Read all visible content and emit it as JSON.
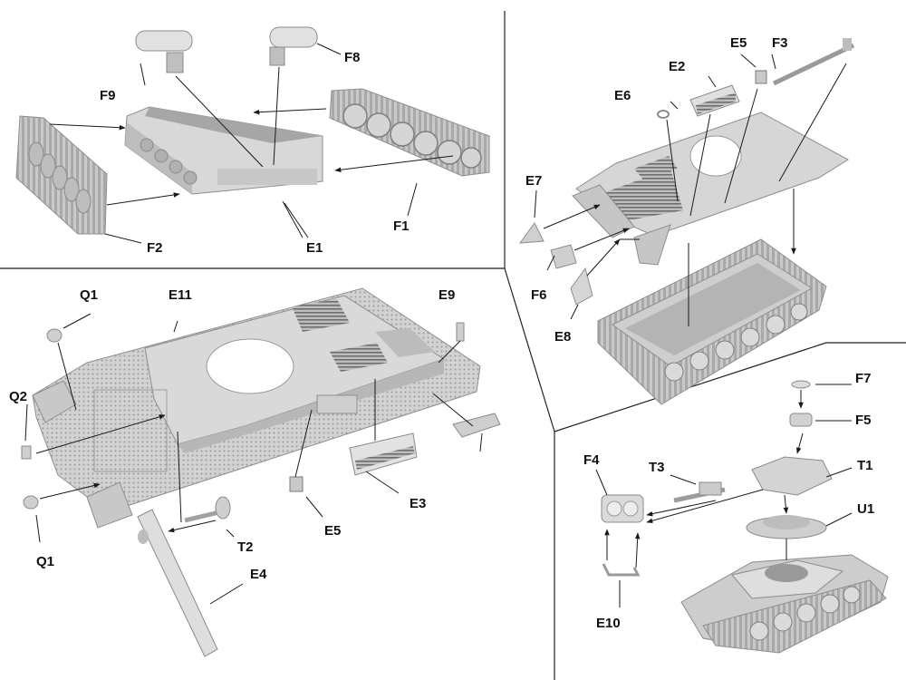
{
  "labels": {
    "F9": "F9",
    "F8": "F8",
    "F2": "F2",
    "E1": "E1",
    "F1": "F1",
    "E5_top": "E5",
    "F3": "F3",
    "E2": "E2",
    "E6": "E6",
    "E7": "E7",
    "F6": "F6",
    "E8": "E8",
    "Q1_top": "Q1",
    "E11": "E11",
    "E9": "E9",
    "Q2": "Q2",
    "Q1_bottom": "Q1",
    "T2": "T2",
    "E5_bottom": "E5",
    "E3": "E3",
    "E4": "E4",
    "F7": "F7",
    "F5": "F5",
    "T1": "T1",
    "F4": "F4",
    "T3": "T3",
    "U1": "U1",
    "E10": "E10"
  },
  "colors": {
    "part_light": "#dcdcdc",
    "part_mid": "#c2c2c2",
    "part_dark": "#8e8e8e",
    "line": "#1a1a1a",
    "panel_border": "#222222"
  }
}
